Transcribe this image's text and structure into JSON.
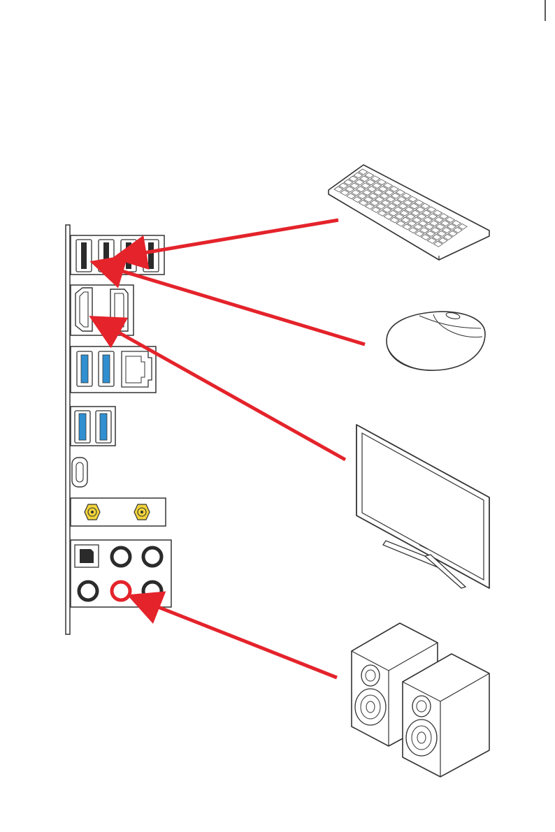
{
  "colors": {
    "arrow": "#e4232b",
    "usb3_blue": "#2f8fd0",
    "antenna_gold": "#f2d43a",
    "port_dark": "#2b2b2b",
    "outline": "#333333",
    "audio_active": "#e4232b"
  },
  "panel": {
    "usb2_ports": 4,
    "display_ports": [
      "hdmi-port",
      "displayport"
    ],
    "usb3_ports_group1": 2,
    "usb3_ports_group2": 2,
    "usb_c_ports": 1,
    "antenna_connectors": 2,
    "audio_jacks": 5,
    "optical_ports": 1
  },
  "devices": [
    "keyboard-icon",
    "mouse-icon",
    "monitor-icon",
    "speakers-icon"
  ],
  "connections": [
    {
      "from": "keyboard",
      "to": "usb2-port-2"
    },
    {
      "from": "mouse",
      "to": "usb2-port-1"
    },
    {
      "from": "monitor",
      "to": "hdmi-port"
    },
    {
      "from": "speakers",
      "to": "audio-line-out-jack"
    }
  ]
}
